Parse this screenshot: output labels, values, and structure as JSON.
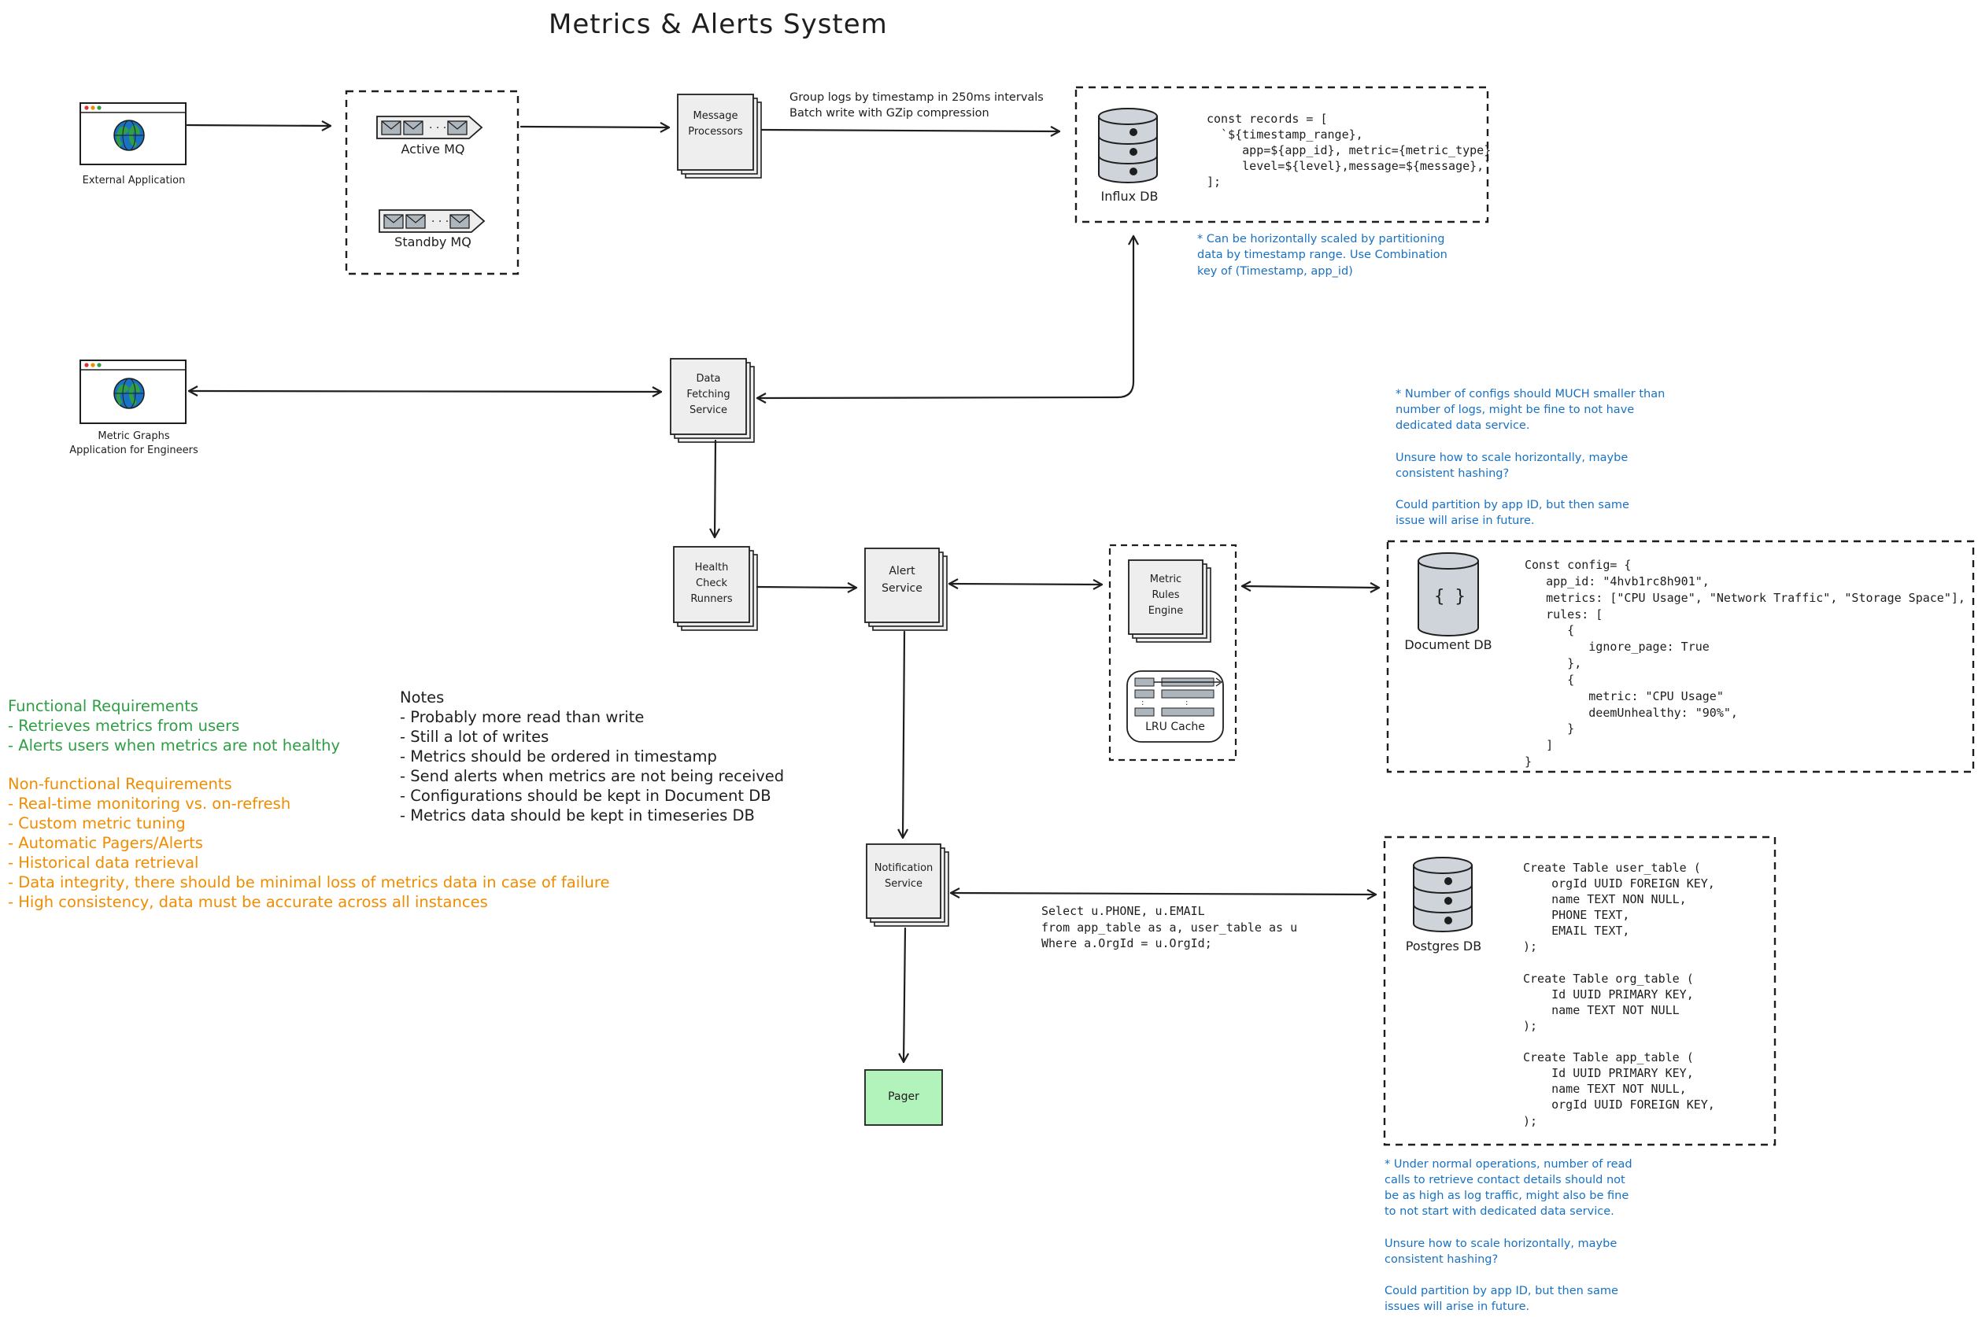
{
  "title": "Metrics & Alerts System",
  "external_app": {
    "label": "External Application",
    "icon": "globe-icon"
  },
  "metric_graphs_app": {
    "label": "Metric Graphs\nApplication for Engineers",
    "icon": "globe-icon"
  },
  "queues": {
    "active": "Active MQ",
    "standby": "Standby MQ"
  },
  "services": {
    "message_processors": "Message\nProcessors",
    "data_fetching": "Data\nFetching\nService",
    "health_check": "Health\nCheck\nRunners",
    "alert_service": "Alert\nService",
    "metric_rules_engine": "Metric\nRules\nEngine",
    "notification_service": "Notification\nService",
    "pager": "Pager"
  },
  "lru_cache": "LRU Cache",
  "influx": {
    "label": "Influx DB",
    "arrow_note": "Group logs by timestamp in 250ms intervals\nBatch write with GZip compression",
    "code": "const records = [\n  `${timestamp_range},\n     app=${app_id}, metric={metric_type}\n     level=${level},message=${message},`\n];",
    "note": "* Can be horizontally scaled by partitioning\ndata by timestamp range. Use Combination\nkey of (Timestamp, app_id)"
  },
  "document_db": {
    "label": "Document DB",
    "icon_text": "{ }",
    "code": "Const config= {\n   app_id: \"4hvb1rc8h901\",\n   metrics: [\"CPU Usage\", \"Network Traffic\", \"Storage Space\"],\n   rules: [\n      {\n         ignore_page: True\n      },\n      {\n         metric: \"CPU Usage\"\n         deemUnhealthy: \"90%\",\n      }\n   ]\n}",
    "note": "* Number of configs should MUCH smaller than\nnumber of logs, might be fine to not have\ndedicated data service.\n\nUnsure how to scale horizontally, maybe\nconsistent hashing?\n\nCould partition by app ID, but then same\nissue will arise in future."
  },
  "postgres": {
    "label": "Postgres DB",
    "query": "Select u.PHONE, u.EMAIL\nfrom app_table as a, user_table as u\nWhere a.OrgId = u.OrgId;",
    "code": "Create Table user_table (\n    orgId UUID FOREIGN KEY,\n    name TEXT NON NULL,\n    PHONE TEXT,\n    EMAIL TEXT,\n);\n\nCreate Table org_table (\n    Id UUID PRIMARY KEY,\n    name TEXT NOT NULL\n);\n\nCreate Table app_table (\n    Id UUID PRIMARY KEY,\n    name TEXT NOT NULL,\n    orgId UUID FOREIGN KEY,\n);",
    "note": "* Under normal operations, number of read\ncalls to retrieve contact details should not\nbe as high as log traffic, might also be fine\nto not start with dedicated data service.\n\nUnsure how to scale horizontally, maybe\nconsistent hashing?\n\nCould partition by app ID, but then same\nissues will arise in future."
  },
  "requirements": {
    "functional_title": "Functional Requirements",
    "functional": [
      "- Retrieves metrics from users",
      "- Alerts users when metrics are not healthy"
    ],
    "nonfunctional_title": "Non-functional Requirements",
    "nonfunctional": [
      "- Real-time monitoring vs. on-refresh",
      "- Custom metric tuning",
      "- Automatic Pagers/Alerts",
      "- Historical data retrieval",
      "- Data integrity, there should be minimal loss of metrics data in case of failure",
      "- High consistency, data must be accurate across all instances"
    ]
  },
  "notes": {
    "title": "Notes",
    "items": [
      "- Probably more read than write",
      "- Still a lot of writes",
      "- Metrics should be ordered in timestamp",
      "- Send alerts when metrics are not being received",
      "- Configurations should be kept in Document DB",
      "- Metrics data should be kept in timeseries DB"
    ]
  },
  "colors": {
    "stroke": "#1e1e1e",
    "box_fill": "#eeeeee",
    "pager_fill": "#b2f2bb",
    "globe_blue": "#1971c2",
    "globe_green": "#2f9e44",
    "db_fill": "#ced4da",
    "note_blue": "#1971c2",
    "req_green": "#2f9e44",
    "req_orange": "#f08c00"
  }
}
